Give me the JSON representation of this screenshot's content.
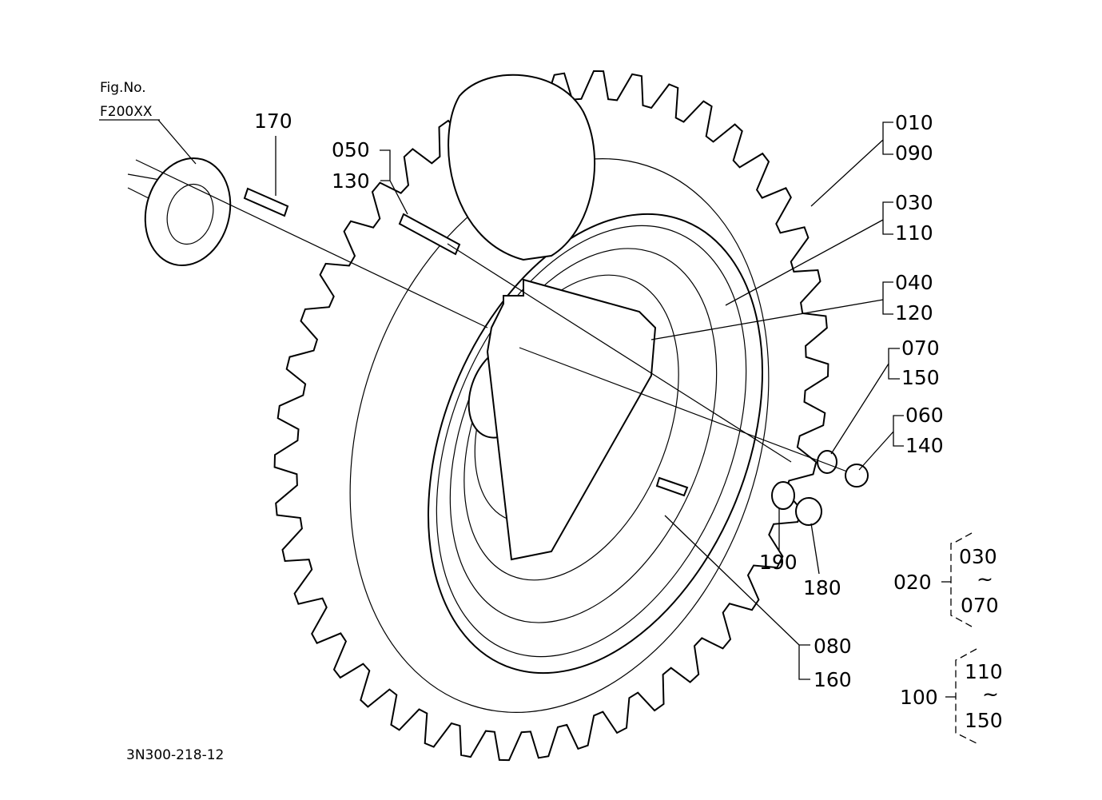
{
  "figure": {
    "fig_no_label": "Fig.No.",
    "fig_no_value": "F200XX",
    "drawing_code": "3N300-218-12"
  },
  "callouts": {
    "p170": "170",
    "p050": "050",
    "p130": "130",
    "p010": "010",
    "p090": "090",
    "p030": "030",
    "p110": "110",
    "p040": "040",
    "p120": "120",
    "p070": "070",
    "p150": "150",
    "p060": "060",
    "p140": "140",
    "p190": "190",
    "p180": "180",
    "p080": "080",
    "p160": "160"
  },
  "assemblies": [
    {
      "parent": "020",
      "from": "030",
      "range_symbol": "~",
      "to": "070"
    },
    {
      "parent": "100",
      "from": "110",
      "range_symbol": "~",
      "to": "150"
    }
  ]
}
